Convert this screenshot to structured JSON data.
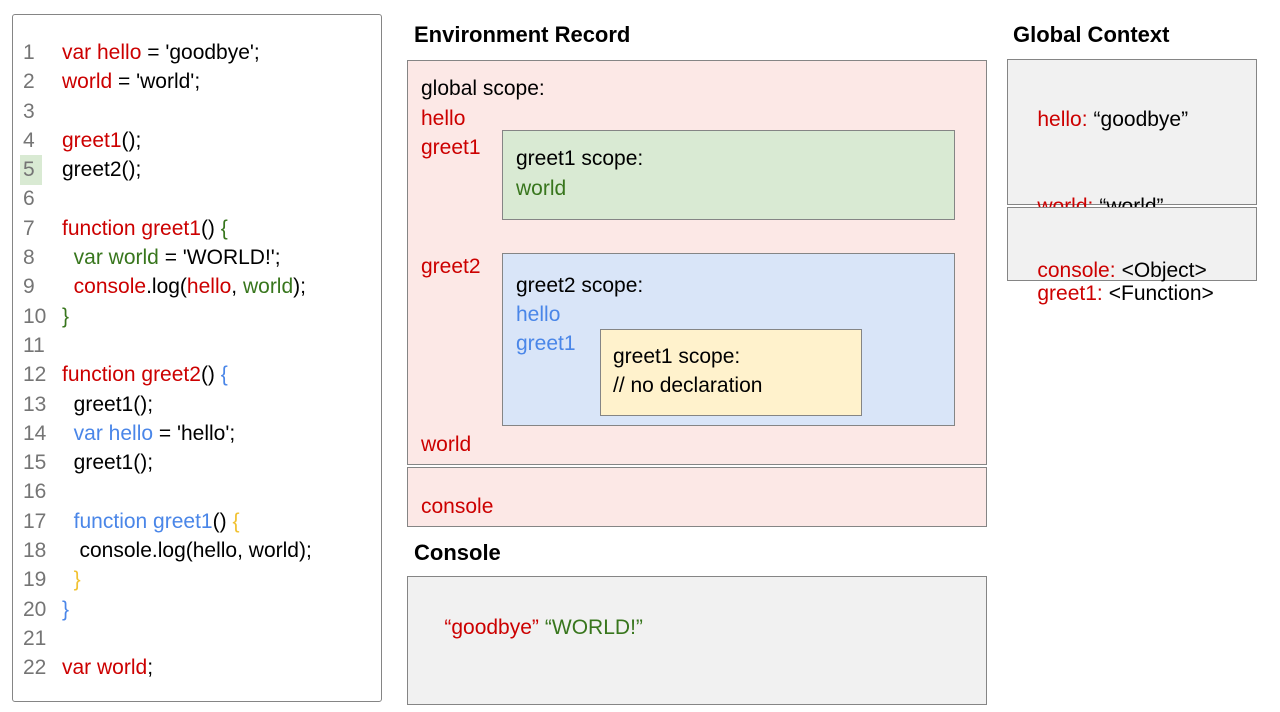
{
  "code_panel": {
    "lines": [
      {
        "num": "1",
        "tokens": [
          {
            "t": "var hello",
            "c": "red"
          },
          {
            "t": " = 'goodbye';",
            "c": "black"
          }
        ]
      },
      {
        "num": "2",
        "tokens": [
          {
            "t": "world",
            "c": "red"
          },
          {
            "t": " = 'world';",
            "c": "black"
          }
        ]
      },
      {
        "num": "3",
        "tokens": []
      },
      {
        "num": "4",
        "tokens": [
          {
            "t": "greet1",
            "c": "red"
          },
          {
            "t": "();",
            "c": "black"
          }
        ]
      },
      {
        "num": "5",
        "highlight": true,
        "tokens": [
          {
            "t": "greet2();",
            "c": "black"
          }
        ]
      },
      {
        "num": "6",
        "tokens": []
      },
      {
        "num": "7",
        "tokens": [
          {
            "t": "function greet1",
            "c": "red"
          },
          {
            "t": "() ",
            "c": "black"
          },
          {
            "t": "{",
            "c": "green"
          }
        ]
      },
      {
        "num": "8",
        "tokens": [
          {
            "t": "  var world",
            "c": "green"
          },
          {
            "t": " = 'WORLD!';",
            "c": "black"
          }
        ]
      },
      {
        "num": "9",
        "tokens": [
          {
            "t": "  console",
            "c": "red"
          },
          {
            "t": ".log(",
            "c": "black"
          },
          {
            "t": "hello",
            "c": "red"
          },
          {
            "t": ", ",
            "c": "black"
          },
          {
            "t": "world",
            "c": "green"
          },
          {
            "t": ");",
            "c": "black"
          }
        ]
      },
      {
        "num": "10",
        "tokens": [
          {
            "t": "}",
            "c": "green"
          }
        ]
      },
      {
        "num": "11",
        "tokens": []
      },
      {
        "num": "12",
        "tokens": [
          {
            "t": "function greet2",
            "c": "red"
          },
          {
            "t": "() ",
            "c": "black"
          },
          {
            "t": "{",
            "c": "blue"
          }
        ]
      },
      {
        "num": "13",
        "tokens": [
          {
            "t": "  greet1();",
            "c": "black"
          }
        ]
      },
      {
        "num": "14",
        "tokens": [
          {
            "t": "  var hello",
            "c": "blue"
          },
          {
            "t": " = 'hello';",
            "c": "black"
          }
        ]
      },
      {
        "num": "15",
        "tokens": [
          {
            "t": "  greet1();",
            "c": "black"
          }
        ]
      },
      {
        "num": "16",
        "tokens": []
      },
      {
        "num": "17",
        "tokens": [
          {
            "t": "  function greet1",
            "c": "blue"
          },
          {
            "t": "() ",
            "c": "black"
          },
          {
            "t": "{",
            "c": "yellow"
          }
        ]
      },
      {
        "num": "18",
        "tokens": [
          {
            "t": "   console.log(hello, world);",
            "c": "black"
          }
        ]
      },
      {
        "num": "19",
        "tokens": [
          {
            "t": "  }",
            "c": "yellow"
          }
        ]
      },
      {
        "num": "20",
        "tokens": [
          {
            "t": "}",
            "c": "blue"
          }
        ]
      },
      {
        "num": "21",
        "tokens": []
      },
      {
        "num": "22",
        "tokens": [
          {
            "t": "var world",
            "c": "red"
          },
          {
            "t": ";",
            "c": "black"
          }
        ]
      }
    ]
  },
  "environment_record": {
    "title": "Environment Record",
    "global_scope_label": "global scope:",
    "global_vars": [
      "hello",
      "greet1",
      "greet2",
      "world"
    ],
    "greet1_scope": {
      "label": "greet1 scope:",
      "var0": "world"
    },
    "greet2_scope": {
      "label": "greet2 scope:",
      "var0": "hello",
      "var1": "greet1"
    },
    "greet1_inner": {
      "label": "greet1 scope:",
      "comment": "// no declaration"
    },
    "console_label": "console"
  },
  "console_panel": {
    "title": "Console",
    "out_red": "“goodbye”",
    "out_green": "“WORLD!”"
  },
  "global_context": {
    "title": "Global Context",
    "box1": [
      {
        "name": "hello:",
        "value": "“goodbye”"
      },
      {
        "name": "world:",
        "value": "“world”"
      },
      {
        "name": "greet1:",
        "value": "<Function>"
      }
    ],
    "box2": [
      {
        "name": "console:",
        "value": "<Object>"
      }
    ]
  },
  "colors": {
    "keyword_red": "#cc0000",
    "scope_green": "#38761d",
    "scope_blue": "#4a86e8",
    "scope_gold": "#f1c232",
    "pink_bg": "#fce8e6",
    "green_bg": "#d9ead3",
    "blue_bg": "#d9e5f8",
    "yellow_bg": "#fff2cc",
    "gray_bg": "#f1f1f1",
    "border_gray": "#858585",
    "line_number_gray": "#757575",
    "line_highlight": "#d9ead3"
  }
}
